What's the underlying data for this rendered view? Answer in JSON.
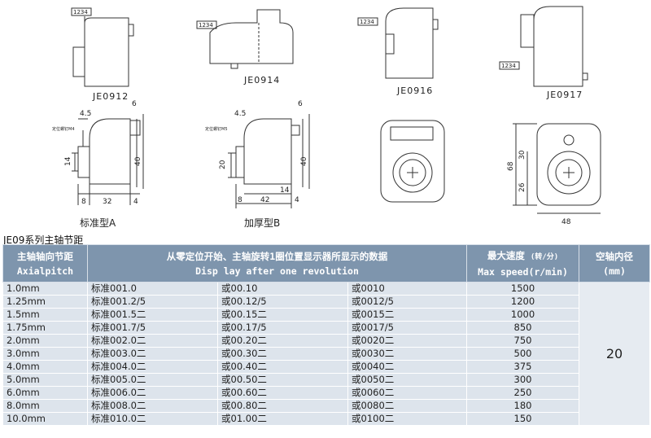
{
  "drawings": {
    "top_row": [
      {
        "label": "JE0912",
        "display": "1234"
      },
      {
        "label": "JE0914",
        "display": "1234"
      },
      {
        "label": "JE0916",
        "display": "1234"
      },
      {
        "label": "JE0917",
        "display": "1234"
      }
    ],
    "standard": {
      "label": "标准型A",
      "dims": {
        "d1": "4.5",
        "d2": "6",
        "d3": "40",
        "d4": "14",
        "d5": "8",
        "d6": "32",
        "d7": "4"
      },
      "note": "定位螺钉M4"
    },
    "thick": {
      "label": "加厚型B",
      "dims": {
        "d1": "4.5",
        "d2": "6",
        "d3": "40",
        "d4": "20",
        "d5": "14",
        "d6": "8",
        "d7": "42",
        "d8": "4"
      },
      "note": "定位螺钉M5"
    },
    "front_dims": {
      "width": "48",
      "height": "68",
      "upper": "30",
      "lower": "26"
    }
  },
  "table": {
    "title": "JE09系列主轴节距",
    "headers": {
      "pitch_cn": "主轴轴向节距",
      "pitch_en": "Axialpitch",
      "display_cn": "从零定位开始、主轴旋转1圈位置显示器所显示的数据",
      "display_en": "Disp lay after one revolution",
      "speed_cn": "最大速度",
      "speed_unit": "(转/分)",
      "speed_en": "Max speed(r/min)",
      "bore_cn": "空轴内径",
      "bore_en": "(mm)"
    },
    "bore_value": "20",
    "rows": [
      {
        "pitch": "1.0mm",
        "a": "标准001.0",
        "b": "或00.10",
        "c": "或0010",
        "speed": "1500"
      },
      {
        "pitch": "1.25mm",
        "a": "标准001.2/5",
        "b": "或00.12/5",
        "c": "或0012/5",
        "speed": "1200"
      },
      {
        "pitch": "1.5mm",
        "a": "标准001.5⼆",
        "b": "或00.15⼆",
        "c": "或0015⼆",
        "speed": "1000"
      },
      {
        "pitch": "1.75mm",
        "a": "标准001.7/5",
        "b": "或00.17/5",
        "c": "或0017/5",
        "speed": "850"
      },
      {
        "pitch": "2.0mm",
        "a": "标准002.0⼆",
        "b": "或00.20⼆",
        "c": "或0020⼆",
        "speed": "750"
      },
      {
        "pitch": "3.0mm",
        "a": "标准003.0⼆",
        "b": "或00.30⼆",
        "c": "或0030⼆",
        "speed": "500"
      },
      {
        "pitch": "4.0mm",
        "a": "标准004.0⼆",
        "b": "或00.40⼆",
        "c": "或0040⼆",
        "speed": "375"
      },
      {
        "pitch": "5.0mm",
        "a": "标准005.0⼆",
        "b": "或00.50⼆",
        "c": "或0050⼆",
        "speed": "300"
      },
      {
        "pitch": "6.0mm",
        "a": "标准006.0⼆",
        "b": "或00.60⼆",
        "c": "或0060⼆",
        "speed": "250"
      },
      {
        "pitch": "8.0mm",
        "a": "标准008.0⼆",
        "b": "或00.80⼆",
        "c": "或0080⼆",
        "speed": "180"
      },
      {
        "pitch": "10.0mm",
        "a": "标准010.0⼆",
        "b": "或01.00⼆",
        "c": "或0100⼆",
        "speed": "150"
      }
    ]
  }
}
